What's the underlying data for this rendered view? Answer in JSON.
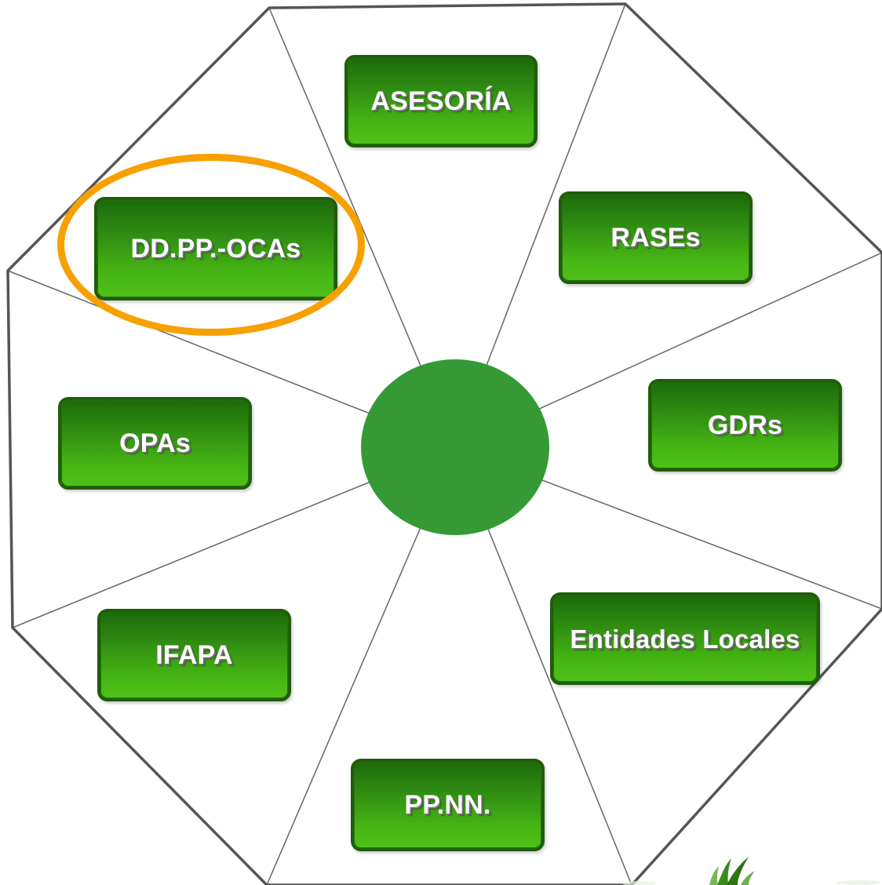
{
  "diagram": {
    "colors": {
      "outline": "#555555",
      "spoke": "#666666",
      "hub": "#359a35",
      "node_border": "#1f5e0a",
      "node_gradient_top": "#1c6a0a",
      "node_gradient_bottom": "#4fc018",
      "node_text": "#ffffff",
      "highlight": "#f7a000"
    },
    "highlighted_node": "DD.PP.-OCAs",
    "nodes": {
      "asesoria": "ASESORÍA",
      "rases": "RASEs",
      "gdrs": "GDRs",
      "entidades_locales": "Entidades Locales",
      "ppnn": "PP.NN.",
      "ifapa": "IFAPA",
      "opas": "OPAs",
      "ddpp_ocas": "DD.PP.-OCAs"
    }
  }
}
